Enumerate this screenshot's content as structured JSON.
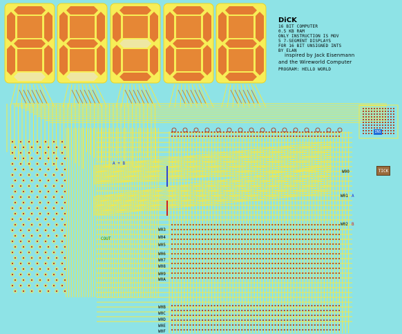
{
  "display": {
    "digits": [
      {
        "segments": [
          1,
          1,
          1,
          0,
          1,
          1,
          1
        ]
      },
      {
        "segments": [
          1,
          1,
          1,
          0,
          1,
          1,
          1
        ]
      },
      {
        "segments": [
          1,
          1,
          1,
          1,
          1,
          1,
          0
        ]
      },
      {
        "segments": [
          1,
          1,
          1,
          1,
          1,
          1,
          1
        ]
      },
      {
        "segments": [
          1,
          1,
          1,
          1,
          1,
          1,
          1
        ]
      }
    ],
    "segment_on_color": "#e37b32",
    "segment_off_color": "#f7ee57",
    "wire_color": "#f2e84b"
  },
  "info": {
    "title": "DiCK",
    "lines": [
      "16 BIT COMPUTER",
      "0.5 KB RAM",
      "ONLY INSTRUCTION IS MOV",
      "5 7-SEGMENT DISPLAYS",
      "FOR 16 BIT UNSIGNED INTS",
      "BY ELAN"
    ],
    "credit1": "inspired by Jack Eisenmann",
    "credit2": "and the Wireworld Computer",
    "program": "PROGRAM: HELLO WORLD"
  },
  "labels": {
    "a_plus_b": "A + B",
    "cout": "COUT",
    "w00": "W00",
    "w01": "W01",
    "w01_a": "A",
    "w02": "W02",
    "w02_b": "B",
    "ins": "INS",
    "tick": "TICK",
    "registers": [
      "W03",
      "W04",
      "W05",
      "W06",
      "W07",
      "W08",
      "W09",
      "W0A"
    ],
    "registers2": [
      "W0B",
      "W0C",
      "W0D",
      "W0E",
      "W0F"
    ]
  }
}
